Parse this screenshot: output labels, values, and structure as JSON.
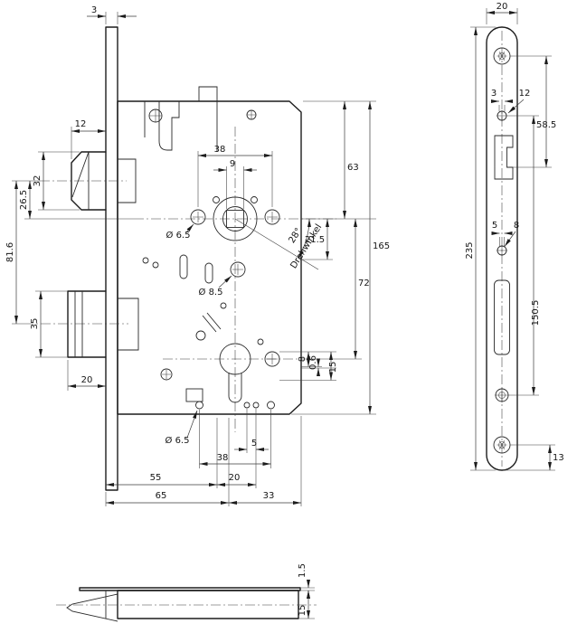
{
  "drawing": {
    "type": "technical-drawing",
    "subject": "Mortise lock - dimensioned orthographic views",
    "main_view": {
      "dim_faceplate_thickness": "3",
      "dim_latch_protrusion": "12",
      "dim_latch_height": "32",
      "dim_latch_center_offset": "26.5",
      "dim_latch_to_deadbolt": "81.6",
      "dim_deadbolt_height": "35",
      "dim_deadbolt_throw": "20",
      "dim_follower_span": "38",
      "dim_spindle_square": "9",
      "dim_hole_upper": "Ø 6.5",
      "dim_hole_mid": "Ø 8.5",
      "rotation_angle": "28°",
      "rotation_label": "Drehwinkel",
      "dim_rotation_offset": "21.5",
      "dim_top_to_follower": "63",
      "dim_case_height": "165",
      "dim_follower_to_cylinder": "72",
      "dim_aux_8": "8",
      "dim_aux_0_6": "0.6",
      "dim_aux_15": "15",
      "dim_hole_bottom": "Ø 6.5",
      "dim_hole_gap": "5",
      "dim_fixing_span": "38",
      "dim_backset": "55",
      "dim_cyl_offset": "20",
      "dim_case_depth": "65",
      "dim_case_rear": "33"
    },
    "faceplate_view": {
      "dim_width": "20",
      "dim_hole_3": "3",
      "dim_hole_12": "12",
      "dim_top_to_latch": "58.5",
      "dim_hole_5": "5",
      "dim_hole_8": "8",
      "dim_plate_length": "235",
      "dim_hole_span": "150.5",
      "dim_screw_to_end": "13"
    },
    "bottom_view": {
      "dim_plate_thickness": "1.5",
      "dim_case_thickness": "15"
    }
  }
}
